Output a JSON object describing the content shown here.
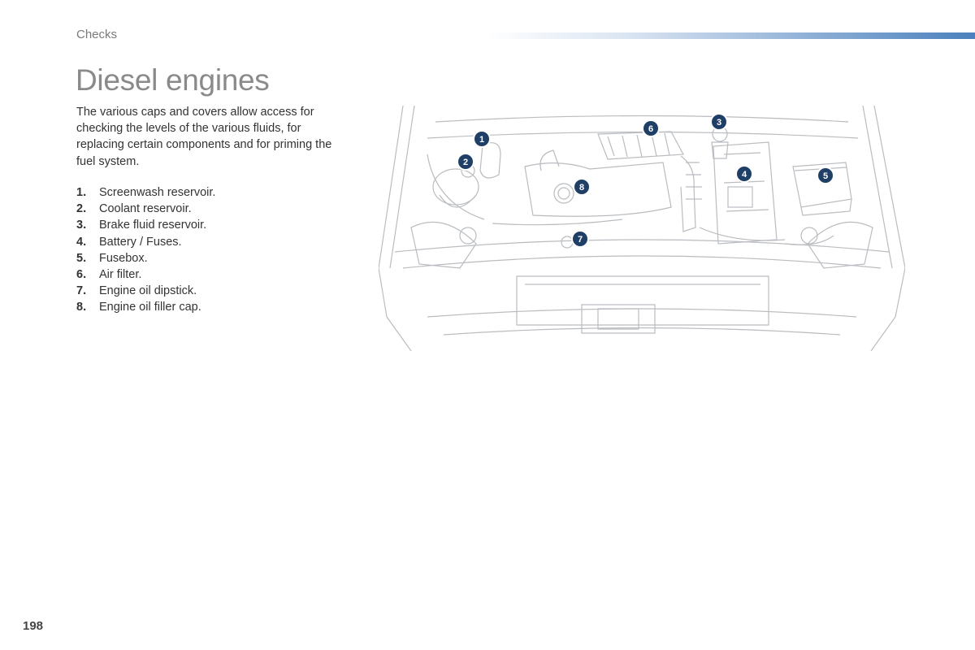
{
  "header": {
    "section": "Checks",
    "accent_color": "#4a80bd"
  },
  "title": "Diesel engines",
  "intro": "The various caps and covers allow access for checking the levels of the various fluids, for replacing certain components and for priming the fuel system.",
  "parts": [
    {
      "num": "1.",
      "label": "Screenwash reservoir."
    },
    {
      "num": "2.",
      "label": "Coolant reservoir."
    },
    {
      "num": "3.",
      "label": "Brake fluid reservoir."
    },
    {
      "num": "4.",
      "label": "Battery / Fuses."
    },
    {
      "num": "5.",
      "label": "Fusebox."
    },
    {
      "num": "6.",
      "label": "Air filter."
    },
    {
      "num": "7.",
      "label": "Engine oil dipstick."
    },
    {
      "num": "8.",
      "label": "Engine oil filler cap."
    }
  ],
  "callouts": [
    "1",
    "2",
    "3",
    "4",
    "5",
    "6",
    "7",
    "8"
  ],
  "page_number": "198"
}
